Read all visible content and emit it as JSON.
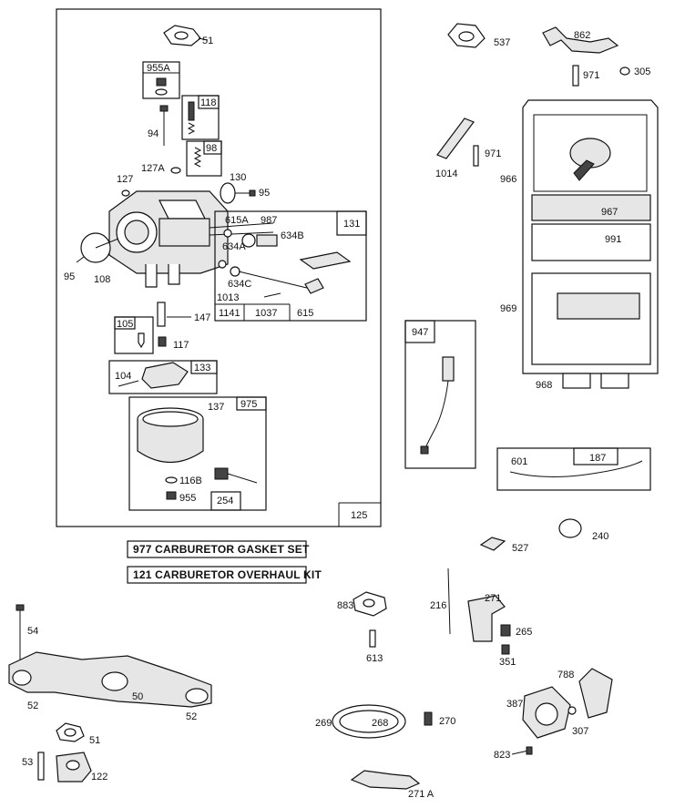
{
  "callouts": {
    "c51_top": "51",
    "c955A": "955A",
    "c118": "118",
    "c94": "94",
    "c98": "98",
    "c127A": "127A",
    "c130": "130",
    "c127": "127",
    "c95_right": "95",
    "c615A": "615A",
    "c987": "987",
    "c131": "131",
    "c634B": "634B",
    "c634A": "634A",
    "c95_left": "95",
    "c108": "108",
    "c634C": "634C",
    "c1013": "1013",
    "c1141": "1141",
    "c1037": "1037",
    "c615": "615",
    "c147": "147",
    "c105": "105",
    "c117": "117",
    "c104": "104",
    "c133": "133",
    "c137": "137",
    "c975": "975",
    "c116B": "116B",
    "c955": "955",
    "c254": "254",
    "c125": "125",
    "c537": "537",
    "c862": "862",
    "c971_top": "971",
    "c305": "305",
    "c1014": "1014",
    "c971_mid": "971",
    "c966": "966",
    "c967": "967",
    "c991": "991",
    "c969": "969",
    "c968": "968",
    "c947": "947",
    "c601": "601",
    "c187": "187",
    "c240": "240",
    "c527": "527",
    "c883": "883",
    "c613": "613",
    "c216": "216",
    "c271": "271",
    "c265": "265",
    "c351": "351",
    "c54": "54",
    "c52_left": "52",
    "c50": "50",
    "c52_right": "52",
    "c51_bottom": "51",
    "c53": "53",
    "c122": "122",
    "c269": "269",
    "c268": "268",
    "c270": "270",
    "c271A": "271 A",
    "c788": "788",
    "c387": "387",
    "c307": "307",
    "c823": "823"
  },
  "kits": {
    "gasket_set": "977  CARBURETOR GASKET SET",
    "overhaul_kit": "121  CARBURETOR OVERHAUL KIT"
  }
}
